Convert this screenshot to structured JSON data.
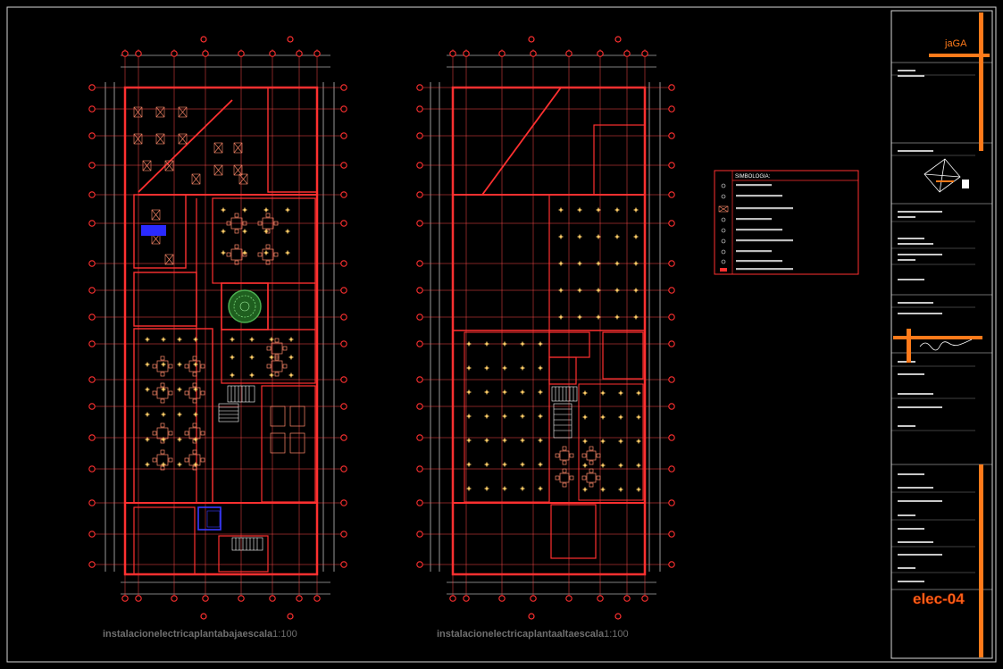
{
  "colors": {
    "background": "#000000",
    "frame": "#d8d8d8",
    "walls": "#ff3030",
    "grid": "#ff5050",
    "dimension": "#ffffff",
    "accent": "#ff7a1a",
    "caption": "#6f6f6f",
    "tree": "#4caf50",
    "stair": "#ffffff"
  },
  "plans": [
    {
      "id": "ground-floor",
      "caption_main": "instalacionelectricaplantabajaescala",
      "caption_scale": "1:100"
    },
    {
      "id": "upper-floor",
      "caption_main": "instalacionelectricaplantaaltaescala",
      "caption_scale": "1:100"
    }
  ],
  "legend": {
    "title": "SIMBOLOGIA:"
  },
  "title_block": {
    "brand": "jaGA",
    "sheet_number": "elec-04"
  }
}
